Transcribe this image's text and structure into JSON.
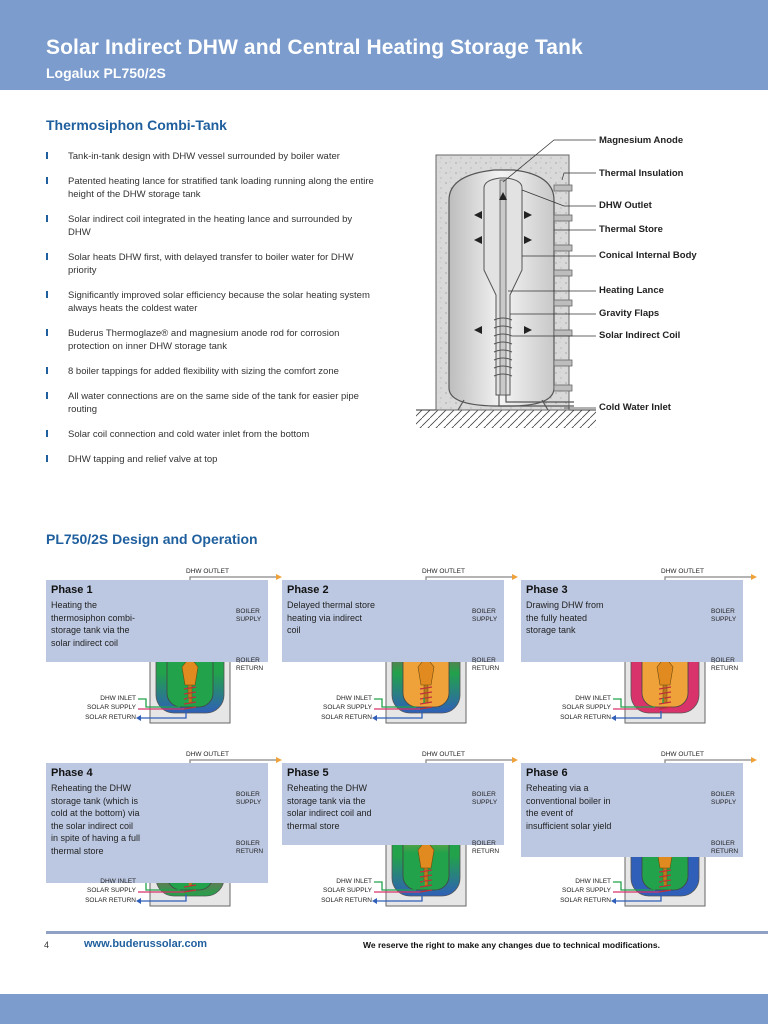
{
  "header": {
    "title": "Solar Indirect DHW and Central Heating Storage Tank",
    "subtitle": "Logalux PL750/2S"
  },
  "thermosiphon": {
    "title": "Thermosiphon Combi-Tank",
    "features": [
      "Tank-in-tank design with DHW vessel surrounded by boiler water",
      "Patented heating lance for stratified tank loading running along the entire height of the DHW storage tank",
      "Solar indirect coil integrated in the heating lance and surrounded by DHW",
      "Solar heats DHW first, with delayed transfer to boiler water for DHW priority",
      "Significantly improved solar efficiency because the solar heating system always heats the coldest water",
      "Buderus Thermoglaze® and magnesium anode rod for corrosion protection on inner DHW storage tank",
      "8 boiler tappings for added flexibility with sizing the comfort zone",
      "All water connections are on the same side of the tank for easier pipe routing",
      "Solar coil connection and cold water inlet from the bottom",
      "DHW tapping and relief valve at top"
    ],
    "callouts": [
      "Magnesium Anode",
      "Thermal Insulation",
      "DHW Outlet",
      "Thermal Store",
      "Conical Internal Body",
      "Heating Lance",
      "Gravity Flaps",
      "Solar Indirect Coil",
      "Cold Water Inlet"
    ]
  },
  "design": {
    "title": "PL750/2S Design and Operation",
    "labels": {
      "dhw_outlet": "DHW OUTLET",
      "boiler_supply": "BOILER\nSUPPLY",
      "boiler_return": "BOILER\nRETURN",
      "dhw_inlet": "DHW INLET",
      "solar_supply": "SOLAR SUPPLY",
      "solar_return": "SOLAR RETURN"
    },
    "phases": [
      {
        "title": "Phase 1",
        "desc": "Heating the thermosiphon combi-storage tank via the solar indirect coil"
      },
      {
        "title": "Phase 2",
        "desc": "Delayed thermal store heating via indirect coil"
      },
      {
        "title": "Phase 3",
        "desc": "Drawing DHW from the fully heated storage tank"
      },
      {
        "title": "Phase 4",
        "desc": "Reheating the DHW storage tank (which is cold at the bottom) via the solar indirect coil in spite of having a full thermal store"
      },
      {
        "title": "Phase 5",
        "desc": "Reheating the DHW storage tank via the solar indirect coil and thermal store"
      },
      {
        "title": "Phase 6",
        "desc": "Reheating via a conventional boiler in the event of insufficient solar yield"
      }
    ]
  },
  "footer": {
    "page_number": "4",
    "url": "www.buderussolar.com",
    "disclaimer": "We reserve the right to make any changes due to technical modifications."
  },
  "colors": {
    "brand_blue": "#7b9ccc",
    "heading_blue": "#1f5f9e",
    "phase_box": "#bcc8e2",
    "hot_orange": "#f0a23a",
    "warm_pink": "#d8336a",
    "mid_green": "#22a24a",
    "cold_blue": "#2f5fb8"
  }
}
